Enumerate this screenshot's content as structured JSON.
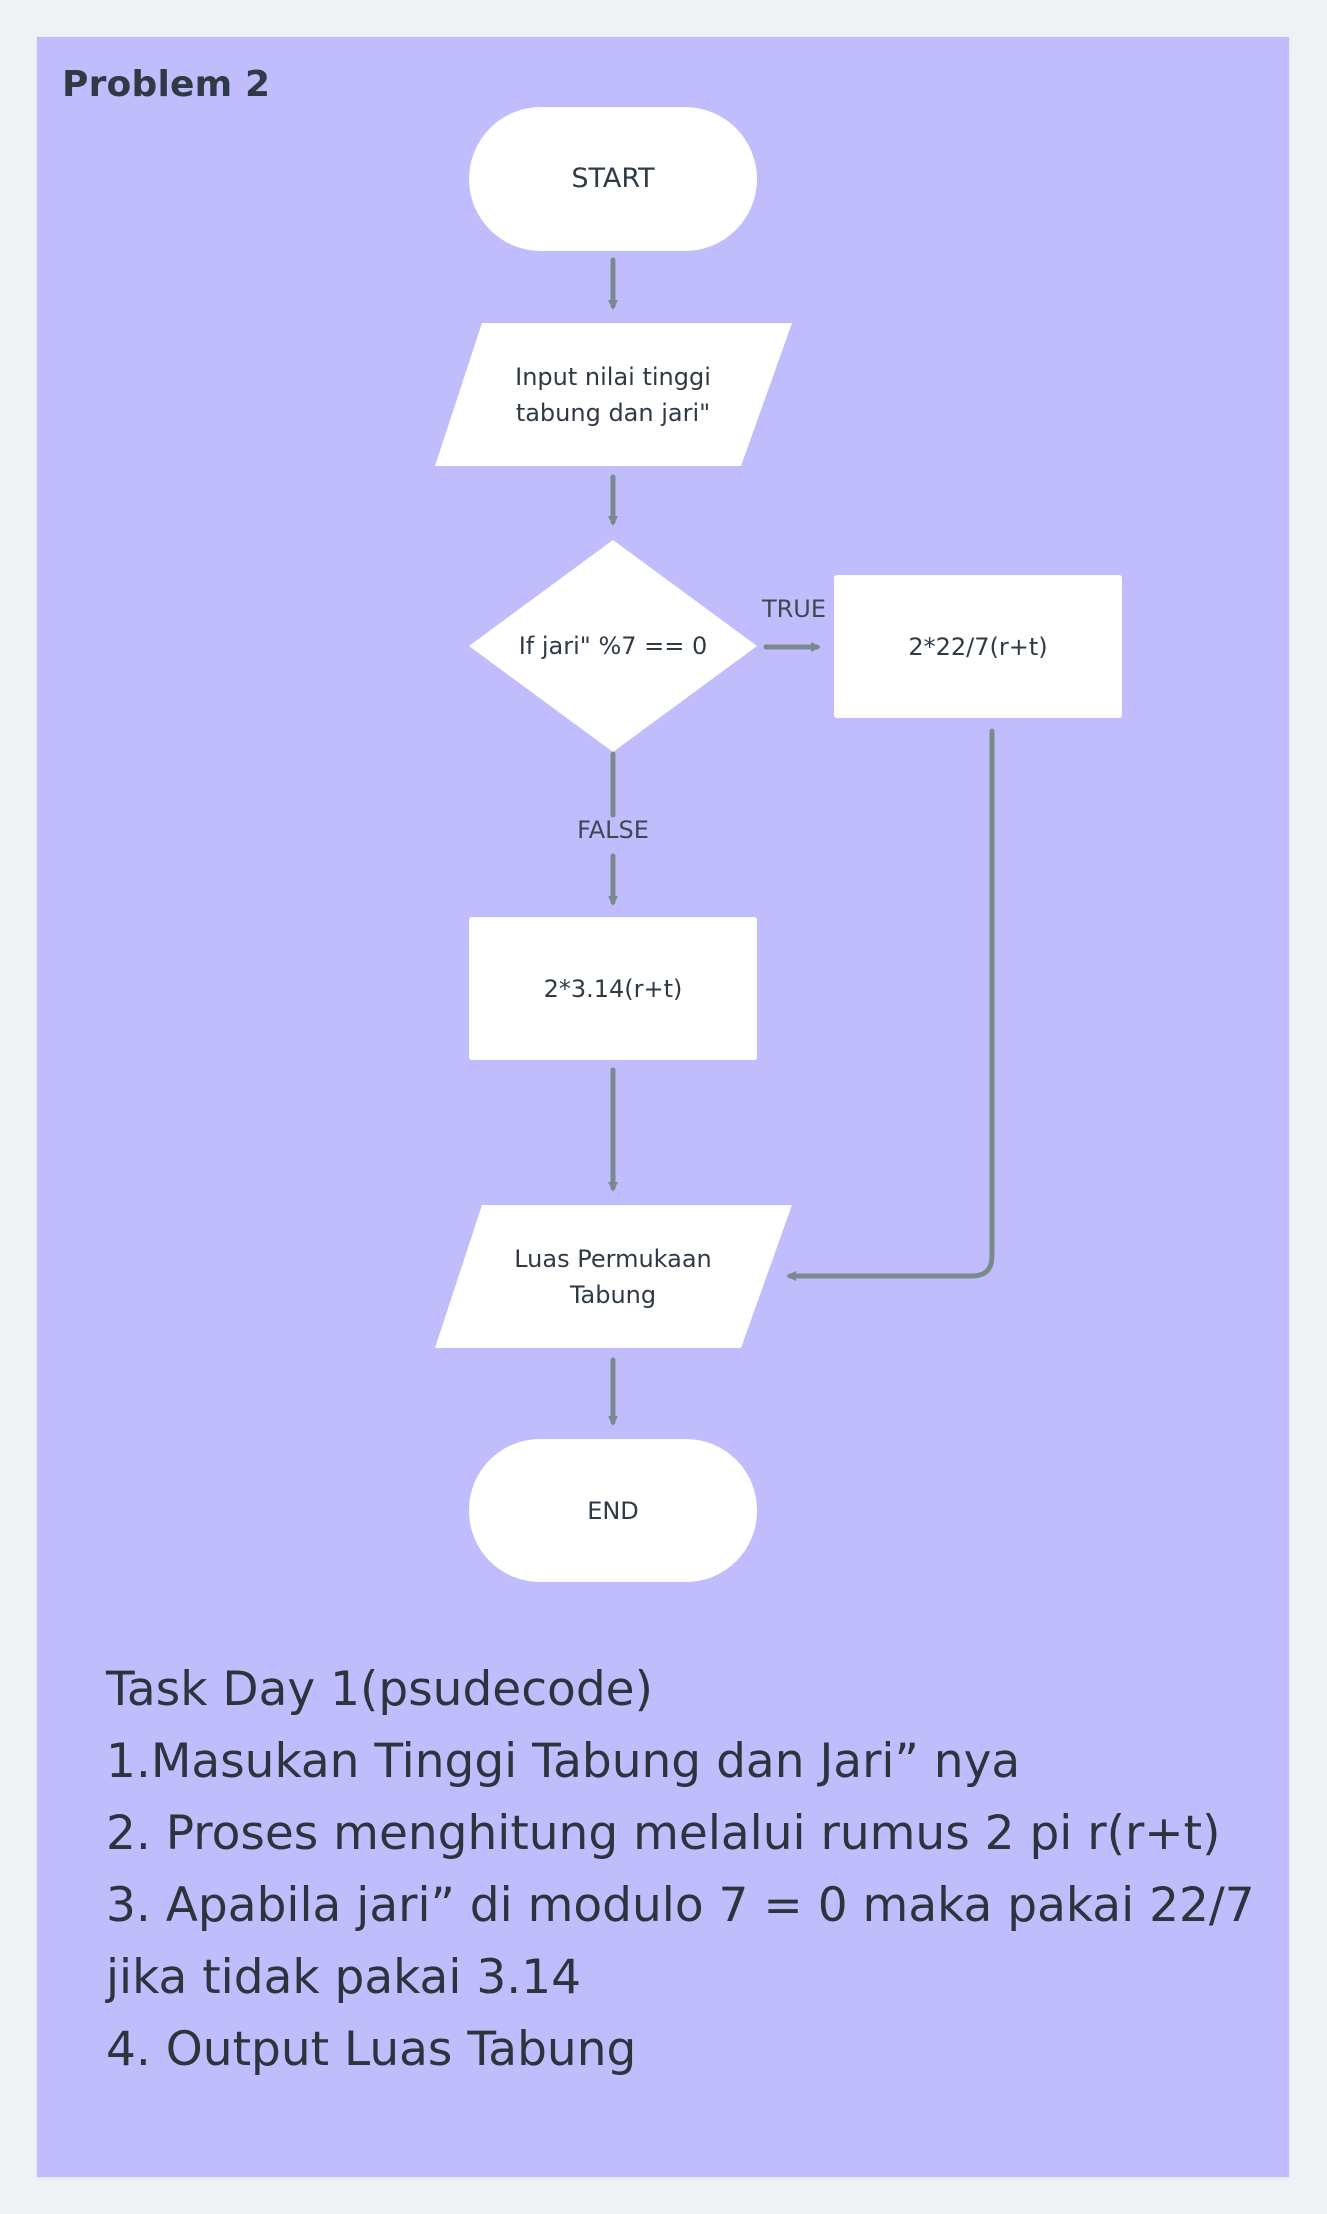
{
  "title": "Problem 2",
  "flowchart": {
    "nodes": {
      "start": "START",
      "input": "Input nilai tinggi\ntabung dan jari\"",
      "decision": "If jari\" %7 == 0",
      "true_process": "2*22/7(r+t)",
      "false_process": "2*3.14(r+t)",
      "output": "Luas Permukaan\nTabung",
      "end": "END"
    },
    "edge_labels": {
      "true": "TRUE",
      "false": "FALSE"
    }
  },
  "task": {
    "heading": "Task Day 1(psudecode)",
    "lines": [
      "1.Masukan Tinggi Tabung dan Jari” nya",
      "2. Proses menghitung melalui rumus 2 pi r(r+t)",
      "3. Apabila jari” di modulo 7 = 0 maka pakai 22/7",
      "jika tidak pakai 3.14",
      "4. Output Luas Tabung"
    ]
  },
  "colors": {
    "background": "#eef2f5",
    "panel": "#c1bdfc",
    "node_fill": "#ffffff",
    "connector": "#7a8a90",
    "text": "#2f3a46"
  }
}
